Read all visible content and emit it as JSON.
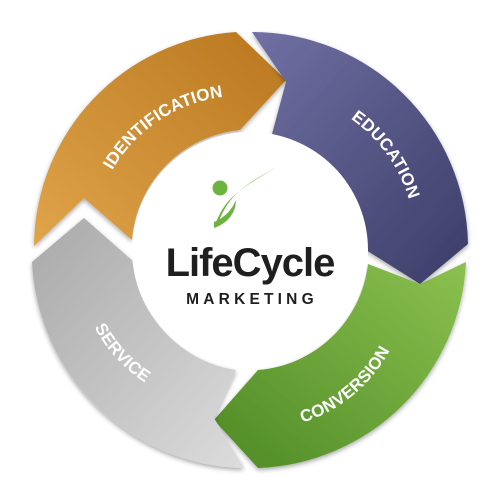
{
  "brand": {
    "name": "LifeCycle",
    "tagline": "MARKETING",
    "mark_color": "#6db33f"
  },
  "segments": [
    {
      "key": "identification",
      "label": "IDENTIFICATION",
      "color": "#c9872d",
      "color_light": "#e0a44a"
    },
    {
      "key": "education",
      "label": "EDUCATION",
      "color": "#4d4d7e",
      "color_light": "#6b6b9e"
    },
    {
      "key": "conversion",
      "label": "CONVERSION",
      "color": "#5d9a2f",
      "color_light": "#86bd4d"
    },
    {
      "key": "service",
      "label": "SERVICE",
      "color": "#9a9a9a",
      "color_light": "#c4c4c4"
    }
  ]
}
